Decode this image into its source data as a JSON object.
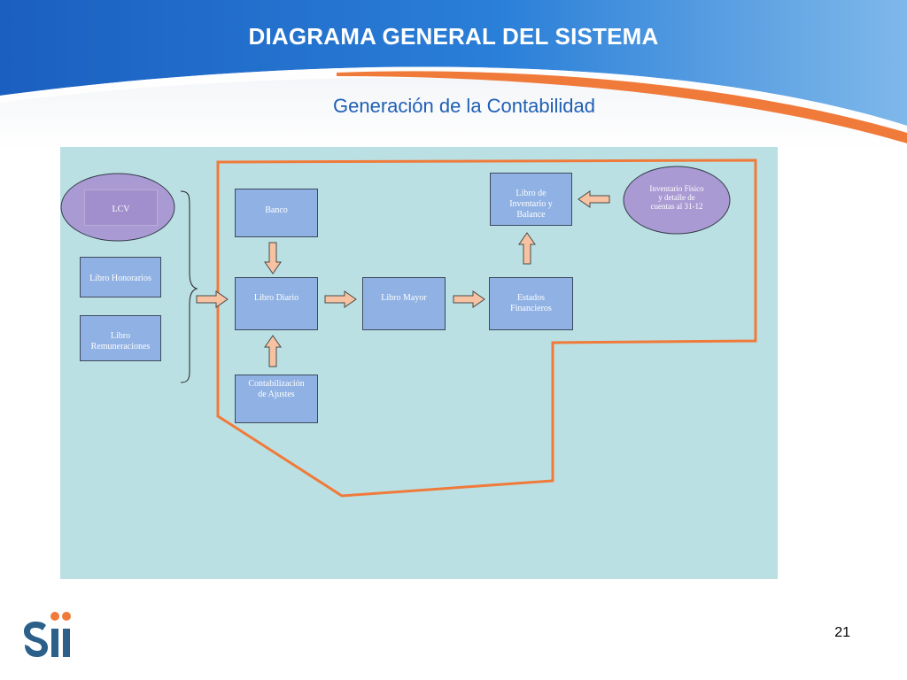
{
  "slide": {
    "title": "DIAGRAMA GENERAL DEL SISTEMA",
    "subtitle": "Generación de la Contabilidad",
    "page_number": "21"
  },
  "colors": {
    "header_blue": "#1e6fd0",
    "accent_orange": "#f07a3a",
    "panel_bg": "#bbe0e3",
    "box_fill": "#8fb1e3",
    "ellipse_fill": "#a99ad3",
    "arrow_fill": "#f6c2a1"
  },
  "diagram": {
    "sources": {
      "lcv": "LCV",
      "honorarios": "Libro Honorarios",
      "remuneraciones_1": "Libro",
      "remuneraciones_2": "Remuneraciones"
    },
    "nodes": {
      "banco": "Banco",
      "diario": "Libro Diario",
      "mayor": "Libro Mayor",
      "estados_1": "Estados",
      "estados_2": "Financieros",
      "inventario_1": "Libro de",
      "inventario_2": "Inventario y",
      "inventario_3": "Balance",
      "ajustes_1": "Contabilización",
      "ajustes_2": "de Ajustes"
    },
    "ellipse": {
      "line_1": "Inventario Físico",
      "line_2": "y detalle de",
      "line_3": "cuentas al 31-12"
    }
  }
}
